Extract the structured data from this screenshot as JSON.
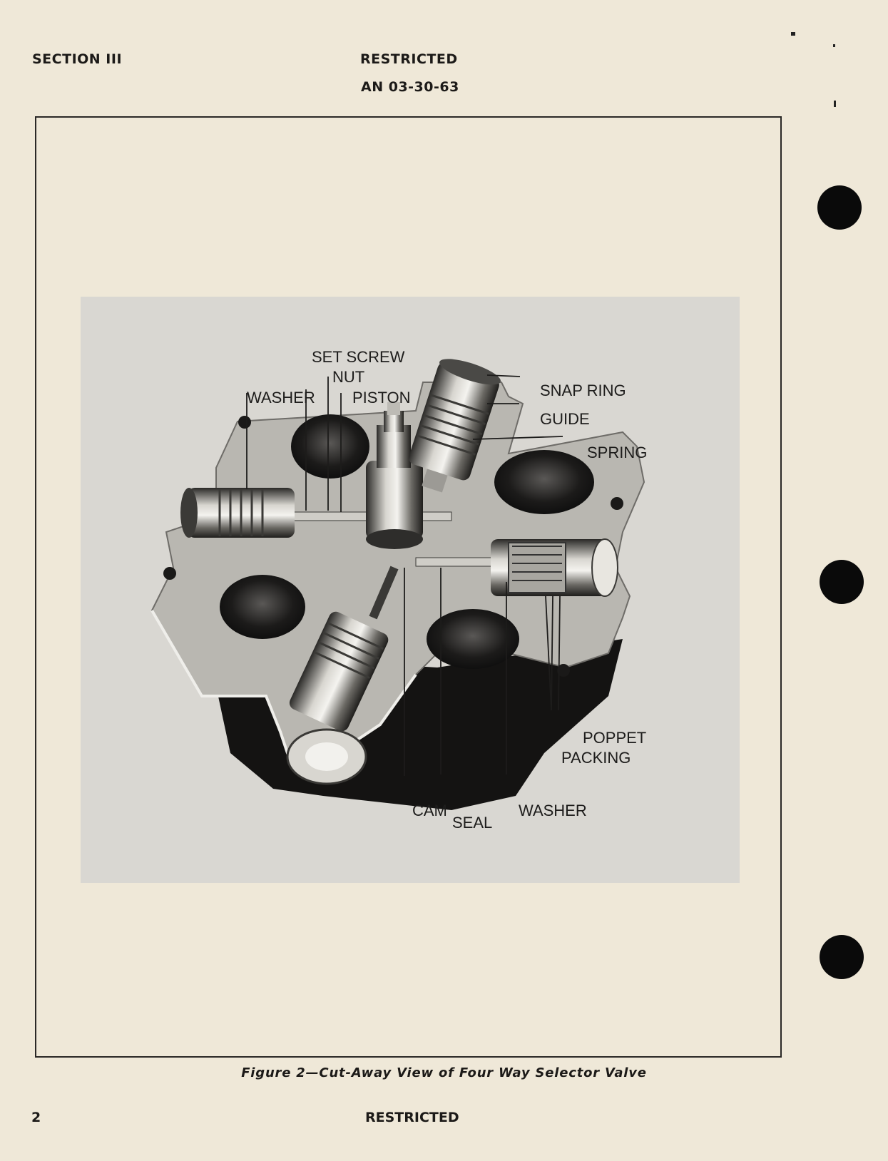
{
  "header": {
    "section": "SECTION III",
    "restricted": "RESTRICTED",
    "document_number": "AN 03-30-63"
  },
  "figure": {
    "labels": {
      "set_screw": "SET SCREW",
      "nut": "NUT",
      "washer_left": "WASHER",
      "piston": "PISTON",
      "snap_ring": "SNAP RING",
      "guide": "GUIDE",
      "spring": "SPRING",
      "poppet": "POPPET",
      "packing": "PACKING",
      "cam": "CAM",
      "seal": "SEAL",
      "washer_bottom": "WASHER"
    },
    "caption": "Figure 2—Cut-Away View of Four Way Selector Valve"
  },
  "footer": {
    "page_number": "2",
    "restricted": "RESTRICTED"
  }
}
